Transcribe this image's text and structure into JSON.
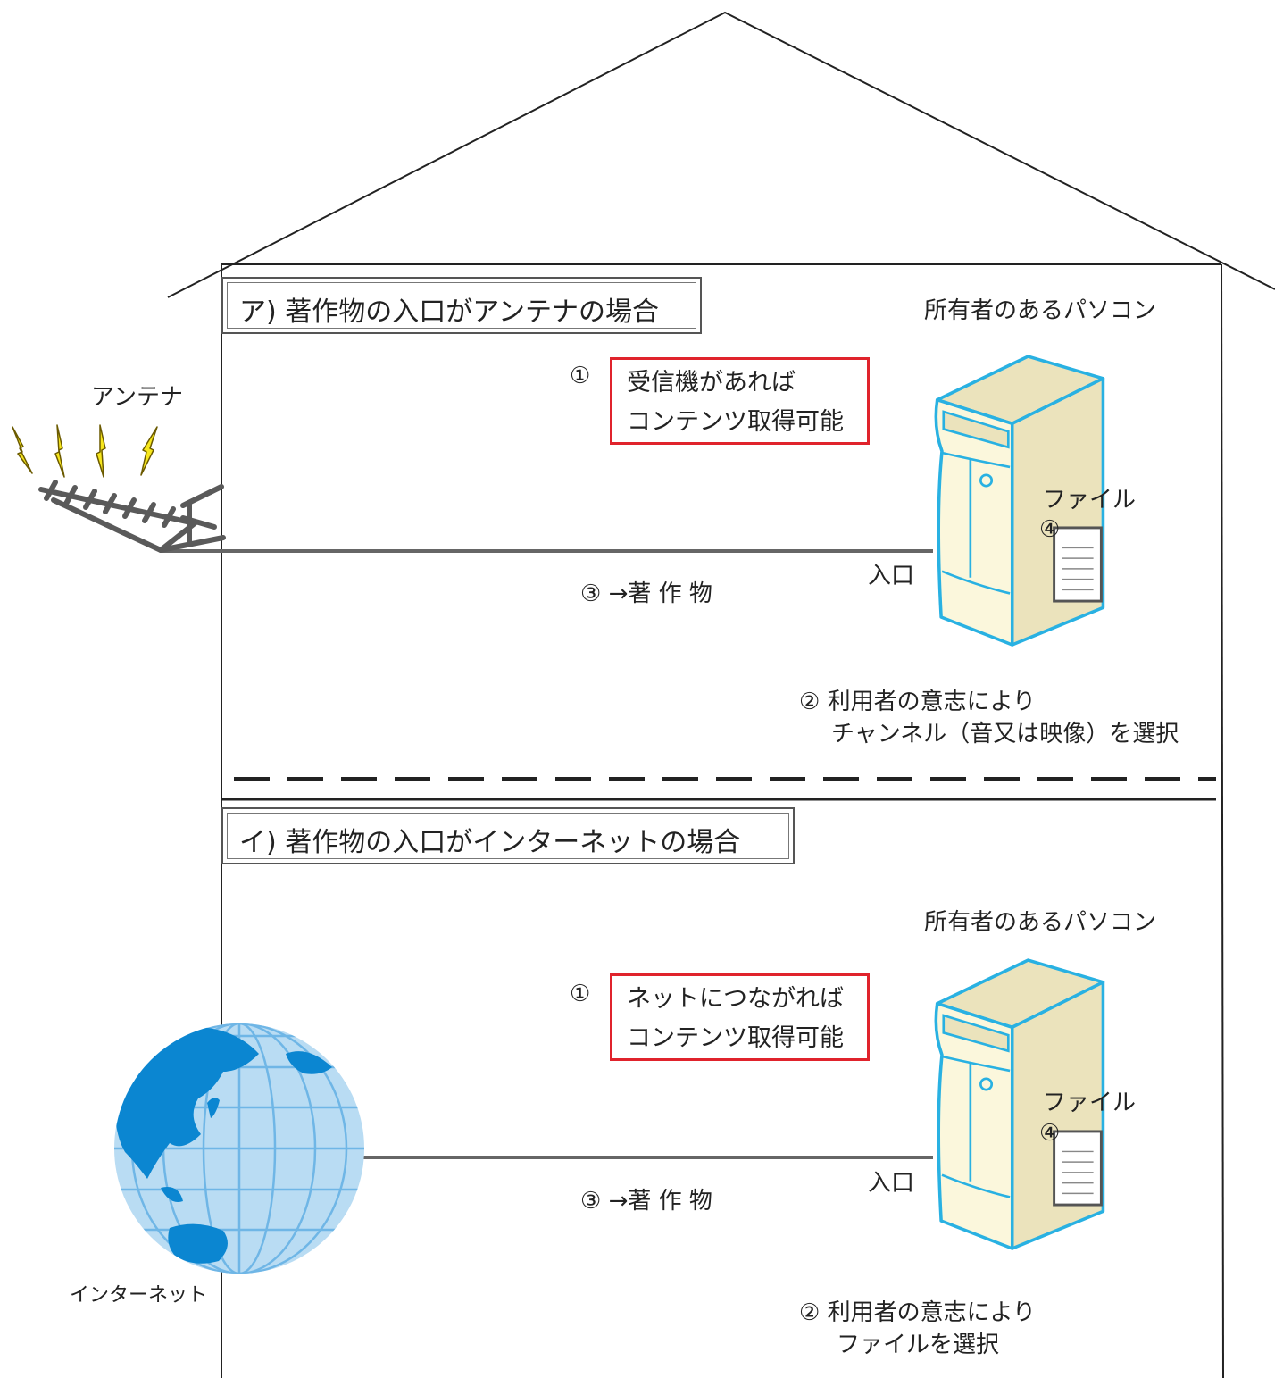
{
  "sections": [
    {
      "title": "ア) 著作物の入口がアンテナの場合",
      "source_label": "アンテナ",
      "pc_label": "所有者のあるパソコン",
      "step1_number": "①",
      "step1_lines": [
        "受信機があれば",
        "コンテンツ取得可能"
      ],
      "step2_lines": [
        "② 利用者の意志により",
        "チャンネル（音又は映像）を選択"
      ],
      "step3": "③ →著 作 物",
      "step4": "④",
      "entrance_label": "入口",
      "file_label": "ファイル"
    },
    {
      "title": "イ) 著作物の入口がインターネットの場合",
      "source_label": "インターネット",
      "pc_label": "所有者のあるパソコン",
      "step1_number": "①",
      "step1_lines": [
        "ネットにつながれば",
        "コンテンツ取得可能"
      ],
      "step2_lines": [
        "② 利用者の意志により",
        "ファイルを選択"
      ],
      "step3": "③ →著 作 物",
      "step4": "④",
      "entrance_label": "入口",
      "file_label": "ファイル"
    }
  ],
  "colors": {
    "frame_box": "#e0232c",
    "pc_outline": "#29b1e2",
    "pc_body": "#fbf7dc",
    "pc_side": "#ebe3bc",
    "lightning": "#f6e61c",
    "globe_ocean": "#b9dcf3",
    "globe_land": "#0b86d1"
  },
  "icons": [
    "lightning-icon",
    "antenna-icon",
    "globe-icon",
    "pc-tower-icon",
    "document-icon"
  ]
}
